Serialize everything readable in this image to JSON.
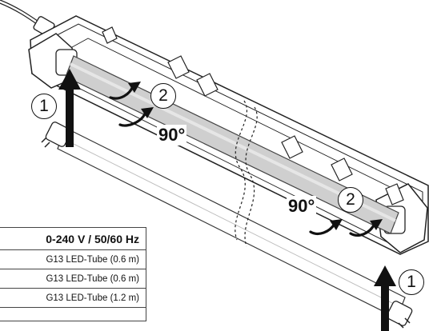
{
  "callouts": {
    "step1": "1",
    "step2": "2",
    "rotation": "90°"
  },
  "spec_table": {
    "header": "0-240 V  /  50/60 Hz",
    "rows": [
      "G13 LED-Tube (0.6 m)",
      "G13 LED-Tube (0.6 m)",
      "G13 LED-Tube (1.2 m)"
    ]
  }
}
